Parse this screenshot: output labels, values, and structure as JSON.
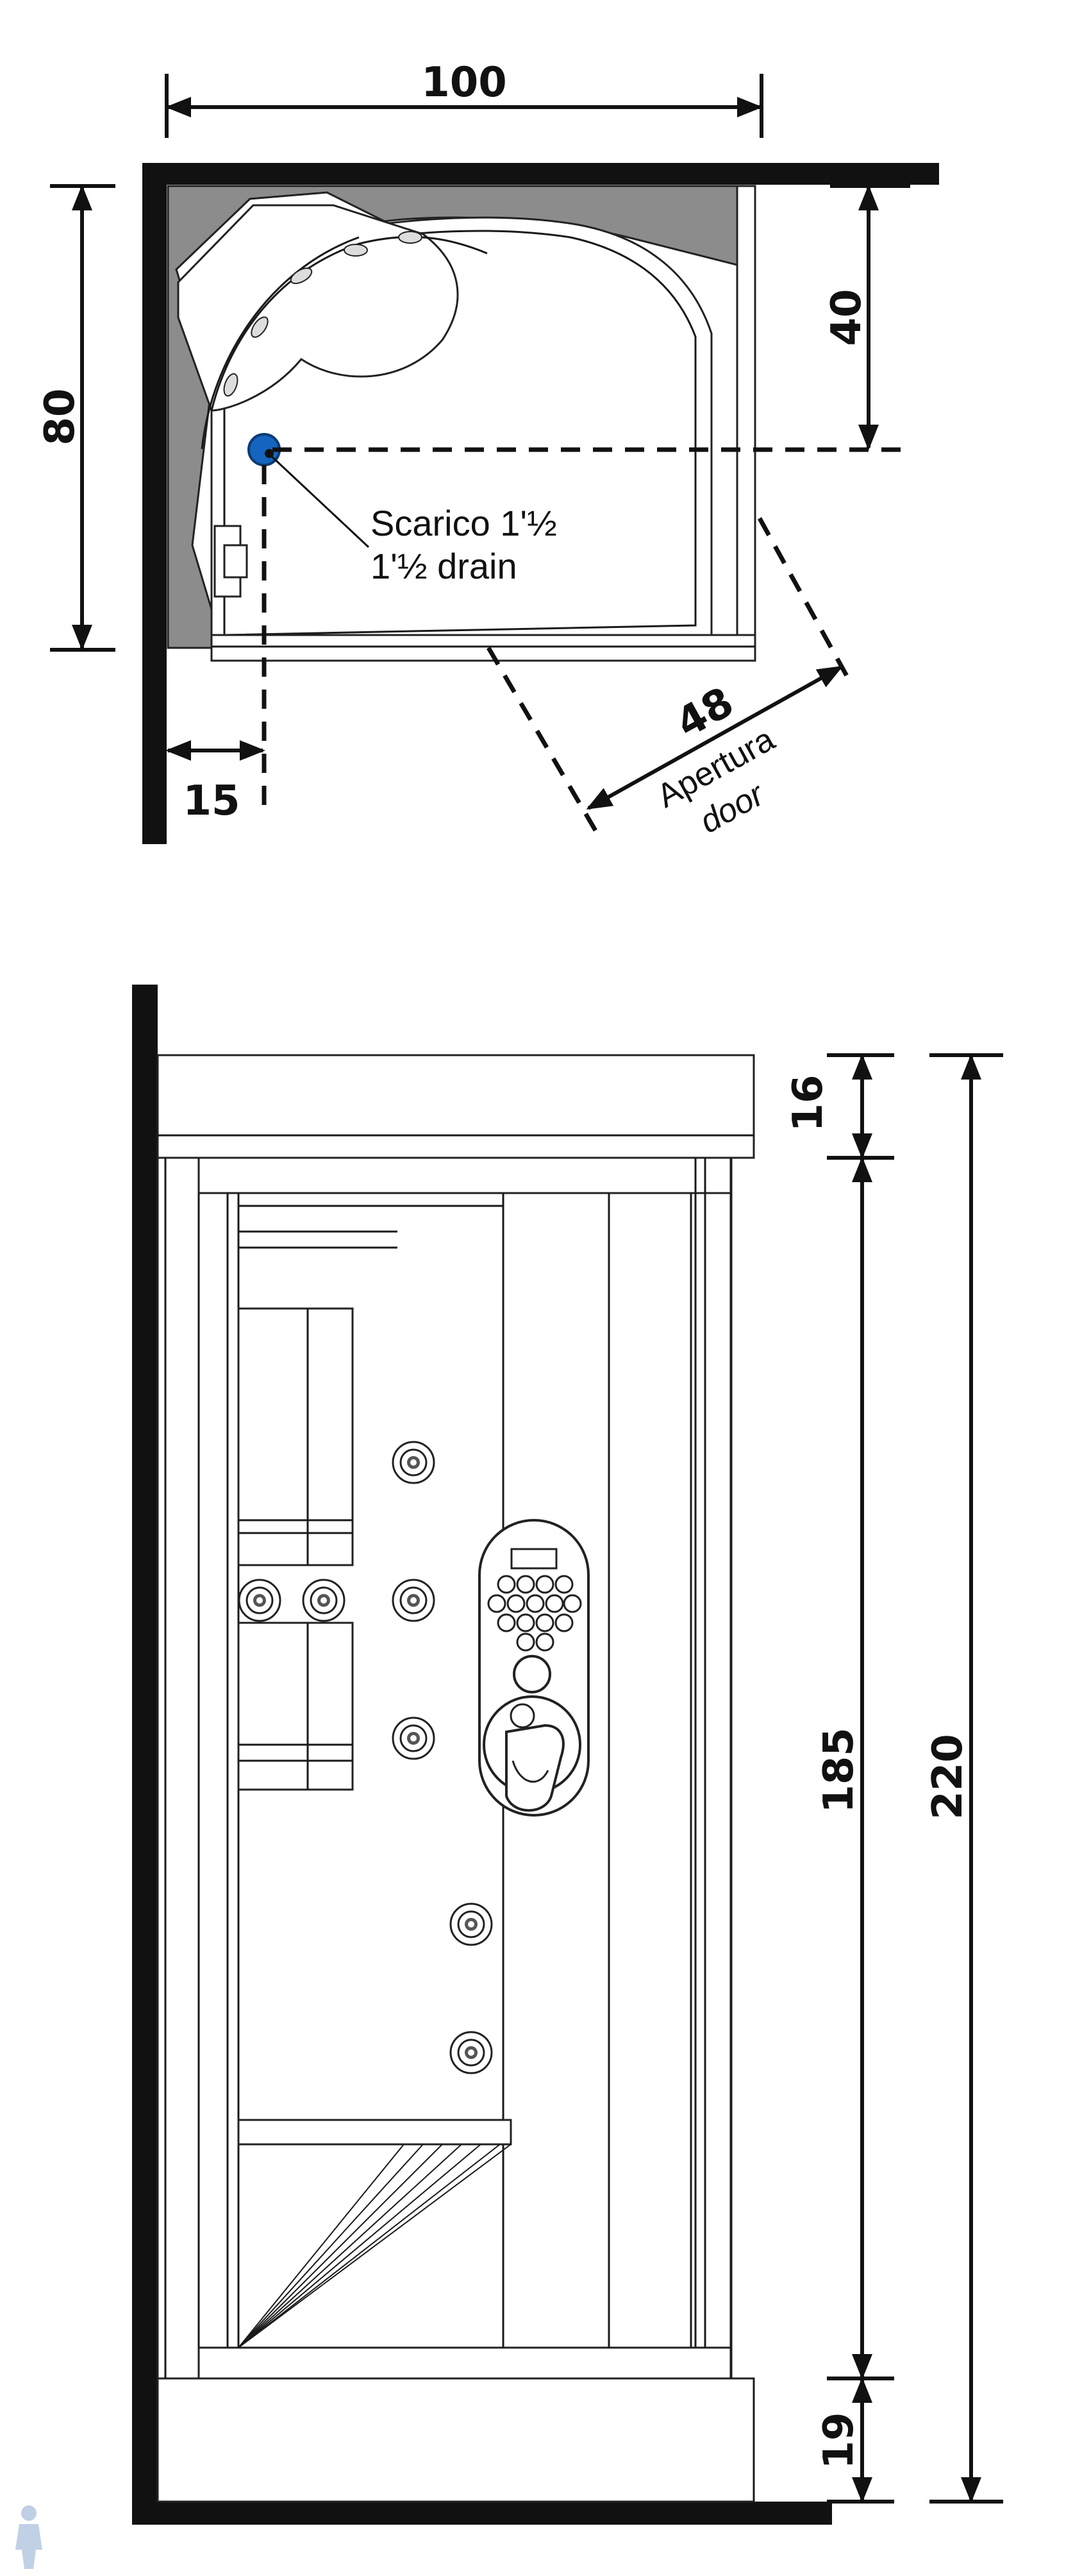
{
  "plan_view": {
    "width_label": "100",
    "depth_label": "80",
    "drain_offset_label": "40",
    "drain_side_label": "15",
    "door_width_label": "48",
    "door_caption_it": "Apertura",
    "door_caption_en": "door",
    "drain_caption_it": "Scarico 1'½",
    "drain_caption_en": "1'½ drain",
    "drain_color": "#1565c0",
    "shell_fill": "#8c8c8c"
  },
  "elevation_view": {
    "top_height_label": "16",
    "panel_height_label": "185",
    "base_height_label": "19",
    "total_height_label": "220"
  }
}
